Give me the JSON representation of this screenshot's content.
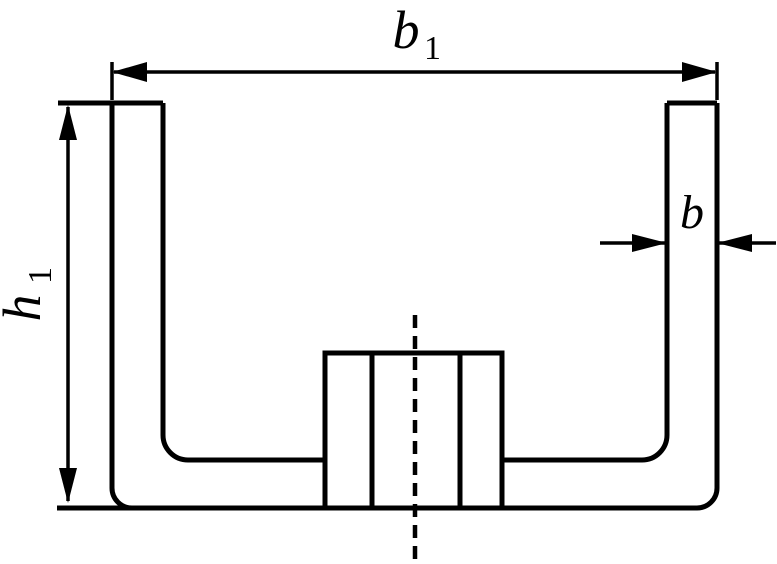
{
  "drawing": {
    "description": "U-channel cross-section engineering drawing with dimension callouts",
    "background_color": "#ffffff",
    "line_color": "#000000",
    "labels": {
      "overall_width": {
        "base": "b",
        "sub": "1"
      },
      "overall_height": {
        "base": "h",
        "sub": "1"
      },
      "wall_thickness": {
        "base": "b",
        "sub": ""
      }
    }
  }
}
